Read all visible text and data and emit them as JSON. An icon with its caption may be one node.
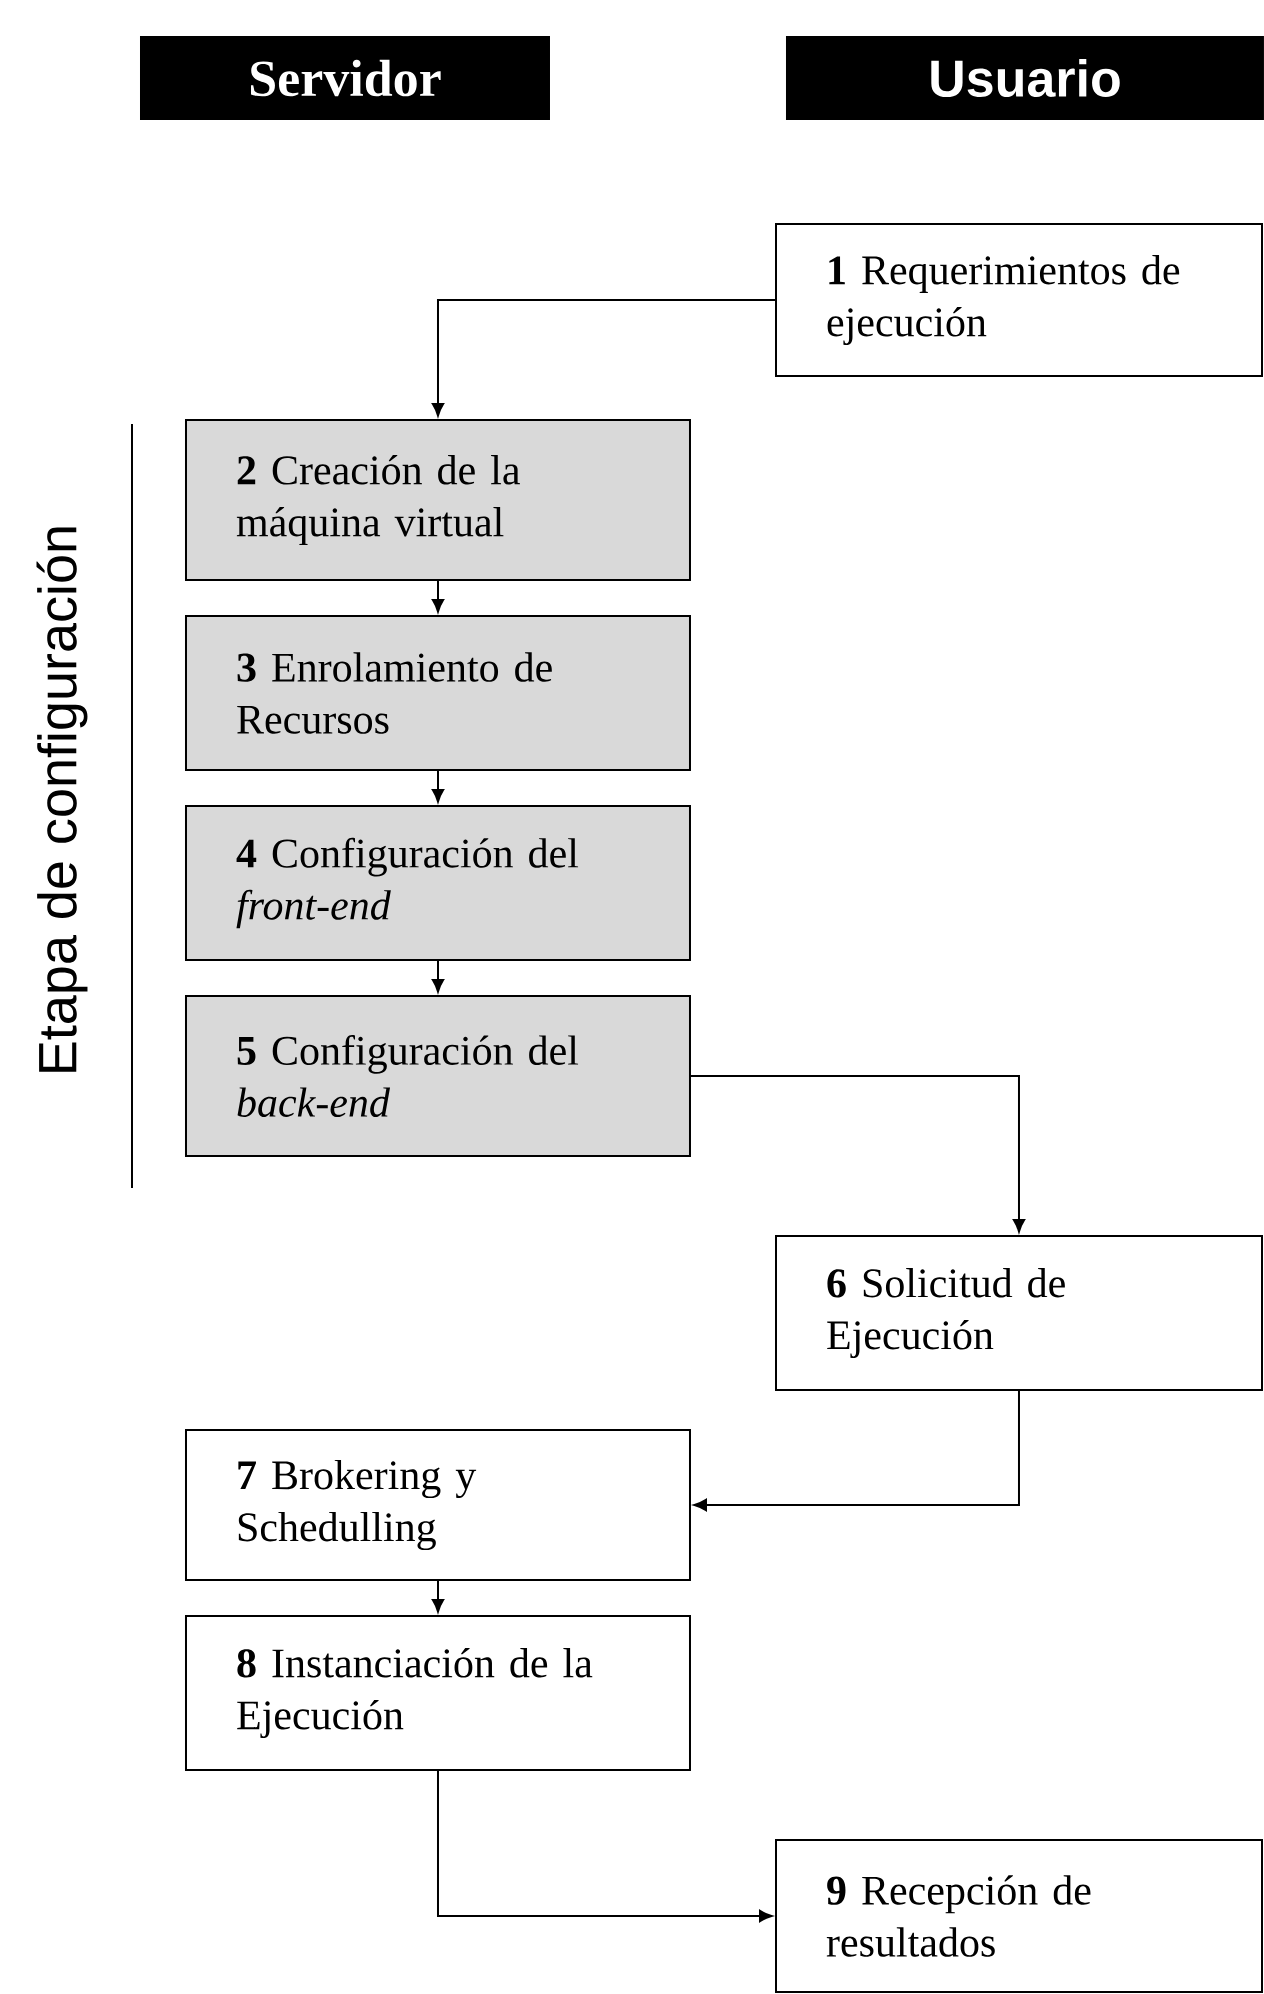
{
  "diagram": {
    "nodes": [
      {
        "text": [
          "Servidor"
        ]
      },
      {
        "text": [
          "Usuario"
        ]
      },
      {
        "text": [
          "**1** Requerimientos de ejecución"
        ]
      },
      {
        "text": [
          "**2** Creación de la máquina virtual"
        ]
      },
      {
        "text": [
          "**3** Enrolamiento de Recursos"
        ]
      },
      {
        "text": [
          "**4** Configuración del *front-end*"
        ]
      },
      {
        "text": [
          "**5** Configuración del *back-end*"
        ]
      },
      {
        "text": [
          "**6** Solicitud de Ejecución"
        ]
      },
      {
        "text": [
          "**7** Brokering y Schedulling"
        ]
      },
      {
        "text": [
          "**8** Instanciación de la Ejecución"
        ]
      },
      {
        "text": [
          "**9** Recepción de resultados"
        ]
      }
    ],
    "edges": [
      {
        "from": 2,
        "to": 3,
        "arrow": "to"
      },
      {
        "from": 3,
        "to": 4,
        "arrow": "to"
      },
      {
        "from": 4,
        "to": 5,
        "arrow": "to"
      },
      {
        "from": 5,
        "to": 6,
        "arrow": "to"
      },
      {
        "from": 6,
        "to": 7,
        "arrow": "to"
      },
      {
        "from": 7,
        "to": 8,
        "arrow": "to"
      },
      {
        "from": 8,
        "to": 9,
        "arrow": "to"
      },
      {
        "from": 9,
        "to": 10,
        "arrow": "to"
      }
    ],
    "labels": [
      "Etapa de configuración"
    ]
  }
}
